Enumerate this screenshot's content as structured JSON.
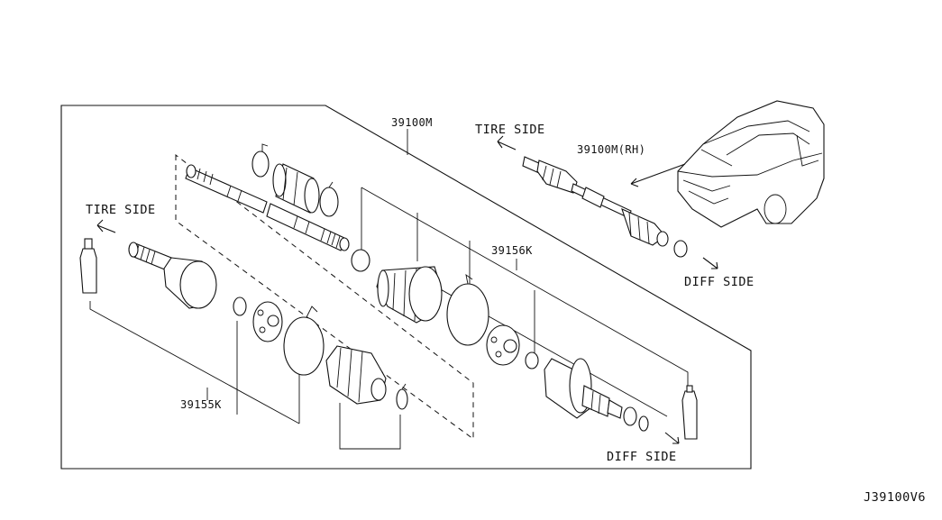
{
  "part_numbers": {
    "main_assembly": "39100M",
    "rh_assembly": "39100M(RH)",
    "inner_kit": "39156K",
    "outer_kit": "39155K"
  },
  "direction_labels": {
    "tire_side_top": "TIRE SIDE",
    "tire_side_left": "TIRE SIDE",
    "diff_side_right": "DIFF SIDE",
    "diff_side_bottom": "DIFF SIDE"
  },
  "diagram_code": "J39100V6"
}
